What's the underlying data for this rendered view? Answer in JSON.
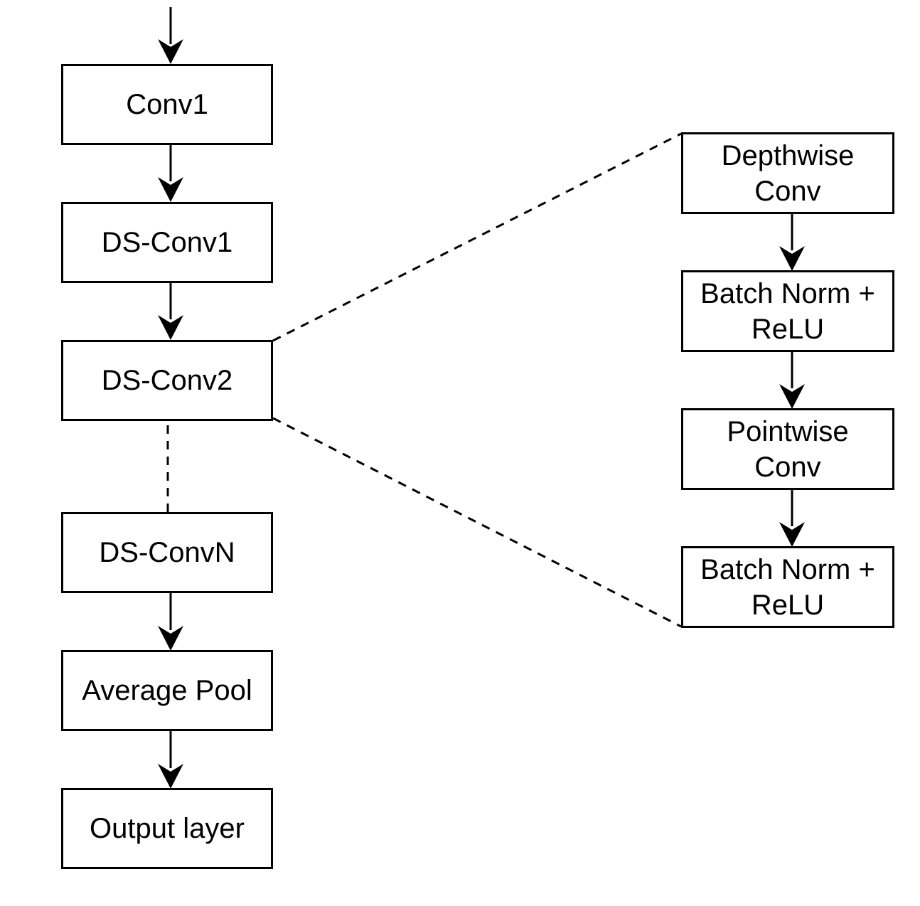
{
  "colors": {
    "stroke": "#000000",
    "background": "#ffffff"
  },
  "main_pipeline": [
    {
      "label": "Conv1"
    },
    {
      "label": "DS-Conv1"
    },
    {
      "label": "DS-Conv2"
    },
    {
      "label": "DS-ConvN"
    },
    {
      "label": "Average Pool"
    },
    {
      "label": "Output layer"
    }
  ],
  "ds_conv_detail": [
    {
      "line1": "Depthwise",
      "line2": "Conv"
    },
    {
      "line1": "Batch Norm +",
      "line2": "ReLU"
    },
    {
      "line1": "Pointwise",
      "line2": "Conv"
    },
    {
      "line1": "Batch Norm +",
      "line2": "ReLU"
    }
  ]
}
